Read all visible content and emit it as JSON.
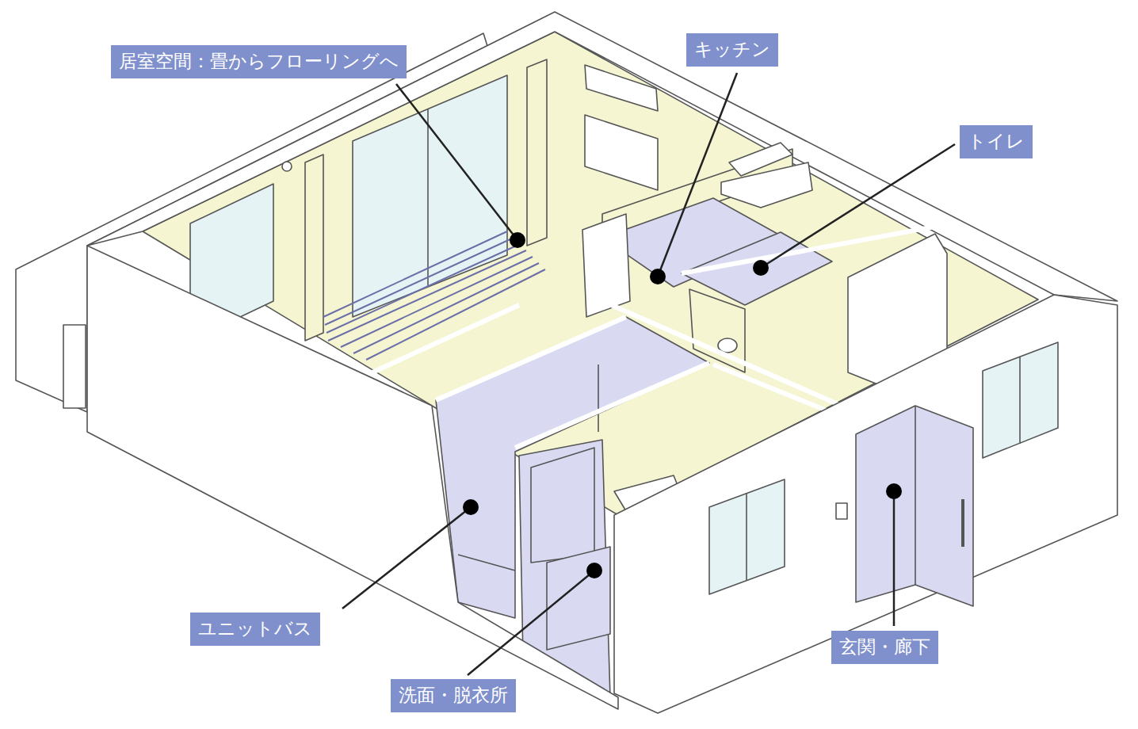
{
  "diagram": {
    "nodes": [
      {
        "text": [
          "居室空間：畳からフローリングへ"
        ]
      },
      {
        "text": [
          "キッチン"
        ]
      },
      {
        "text": [
          "トイレ"
        ]
      },
      {
        "text": [
          "ユニットバス"
        ]
      },
      {
        "text": [
          "洗面・脱衣所"
        ]
      },
      {
        "text": [
          "玄関・廊下"
        ]
      }
    ]
  }
}
